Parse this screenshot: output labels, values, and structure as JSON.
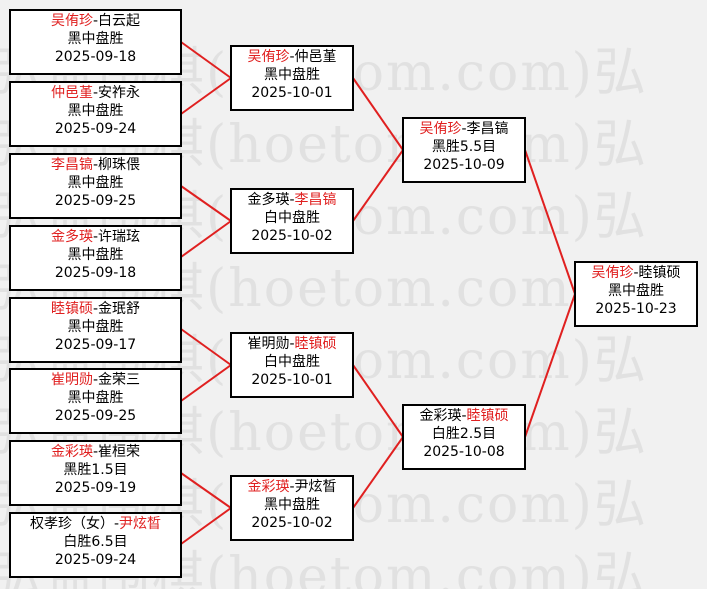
{
  "watermark": {
    "lines": [
      "弘益围棋(hoetom.com)弘",
      "弘益围棋(hoetom.com)弘",
      "弘益围棋(hoetom.com)弘",
      "弘益围棋(hoetom.com)弘",
      "弘益围棋(hoetom.com)弘",
      "弘益围棋(hoetom.com)弘",
      "弘益围棋(hoetom.com)弘",
      "弘益围棋(hoetom.com)弘"
    ]
  },
  "colors": {
    "winner": "#e02020",
    "connector": "#e02020",
    "border": "#000000"
  },
  "matches": [
    {
      "id": "r1m1",
      "p1": "吴侑珍",
      "sep": "-",
      "p2": "白云起",
      "winner": 1,
      "result": "黑中盘胜",
      "date": "2025-09-18"
    },
    {
      "id": "r1m2",
      "p1": "仲邑堇",
      "sep": "-",
      "p2": "安祚永",
      "winner": 1,
      "result": "黑中盘胜",
      "date": "2025-09-24"
    },
    {
      "id": "r1m3",
      "p1": "李昌镐",
      "sep": "-",
      "p2": "柳珠偎",
      "winner": 1,
      "result": "黑中盘胜",
      "date": "2025-09-25"
    },
    {
      "id": "r1m4",
      "p1": "金多瑛",
      "sep": "-",
      "p2": "许瑞玹",
      "winner": 1,
      "result": "黑中盘胜",
      "date": "2025-09-18"
    },
    {
      "id": "r1m5",
      "p1": "睦镇硕",
      "sep": "-",
      "p2": "金珉舒",
      "winner": 1,
      "result": "黑中盘胜",
      "date": "2025-09-17"
    },
    {
      "id": "r1m6",
      "p1": "崔明勋",
      "sep": "-",
      "p2": "金荣三",
      "winner": 1,
      "result": "黑中盘胜",
      "date": "2025-09-25"
    },
    {
      "id": "r1m7",
      "p1": "金彩瑛",
      "sep": "-",
      "p2": "崔桓荣",
      "winner": 1,
      "result": "黑胜1.5目",
      "date": "2025-09-19"
    },
    {
      "id": "r1m8",
      "p1": "权孝珍（女）",
      "sep": "-",
      "p2": "尹炫晳",
      "winner": 2,
      "result": "白胜6.5目",
      "date": "2025-09-24"
    },
    {
      "id": "r2m1",
      "p1": "吴侑珍",
      "sep": "-",
      "p2": "仲邑堇",
      "winner": 1,
      "result": "黑中盘胜",
      "date": "2025-10-01"
    },
    {
      "id": "r2m2",
      "p1": "金多瑛",
      "sep": "-",
      "p2": "李昌镐",
      "winner": 2,
      "result": "白中盘胜",
      "date": "2025-10-02"
    },
    {
      "id": "r2m3",
      "p1": "崔明勋",
      "sep": "-",
      "p2": "睦镇硕",
      "winner": 2,
      "result": "白中盘胜",
      "date": "2025-10-01"
    },
    {
      "id": "r2m4",
      "p1": "金彩瑛",
      "sep": "-",
      "p2": "尹炫晳",
      "winner": 1,
      "result": "黑中盘胜",
      "date": "2025-10-02"
    },
    {
      "id": "r3m1",
      "p1": "吴侑珍",
      "sep": "-",
      "p2": "李昌镐",
      "winner": 1,
      "result": "黑胜5.5目",
      "date": "2025-10-09"
    },
    {
      "id": "r3m2",
      "p1": "金彩瑛",
      "sep": "-",
      "p2": "睦镇硕",
      "winner": 2,
      "result": "白胜2.5目",
      "date": "2025-10-08"
    },
    {
      "id": "final",
      "p1": "吴侑珍",
      "sep": "-",
      "p2": "睦镇硕",
      "winner": 1,
      "result": "黑中盘胜",
      "date": "2025-10-23"
    }
  ]
}
